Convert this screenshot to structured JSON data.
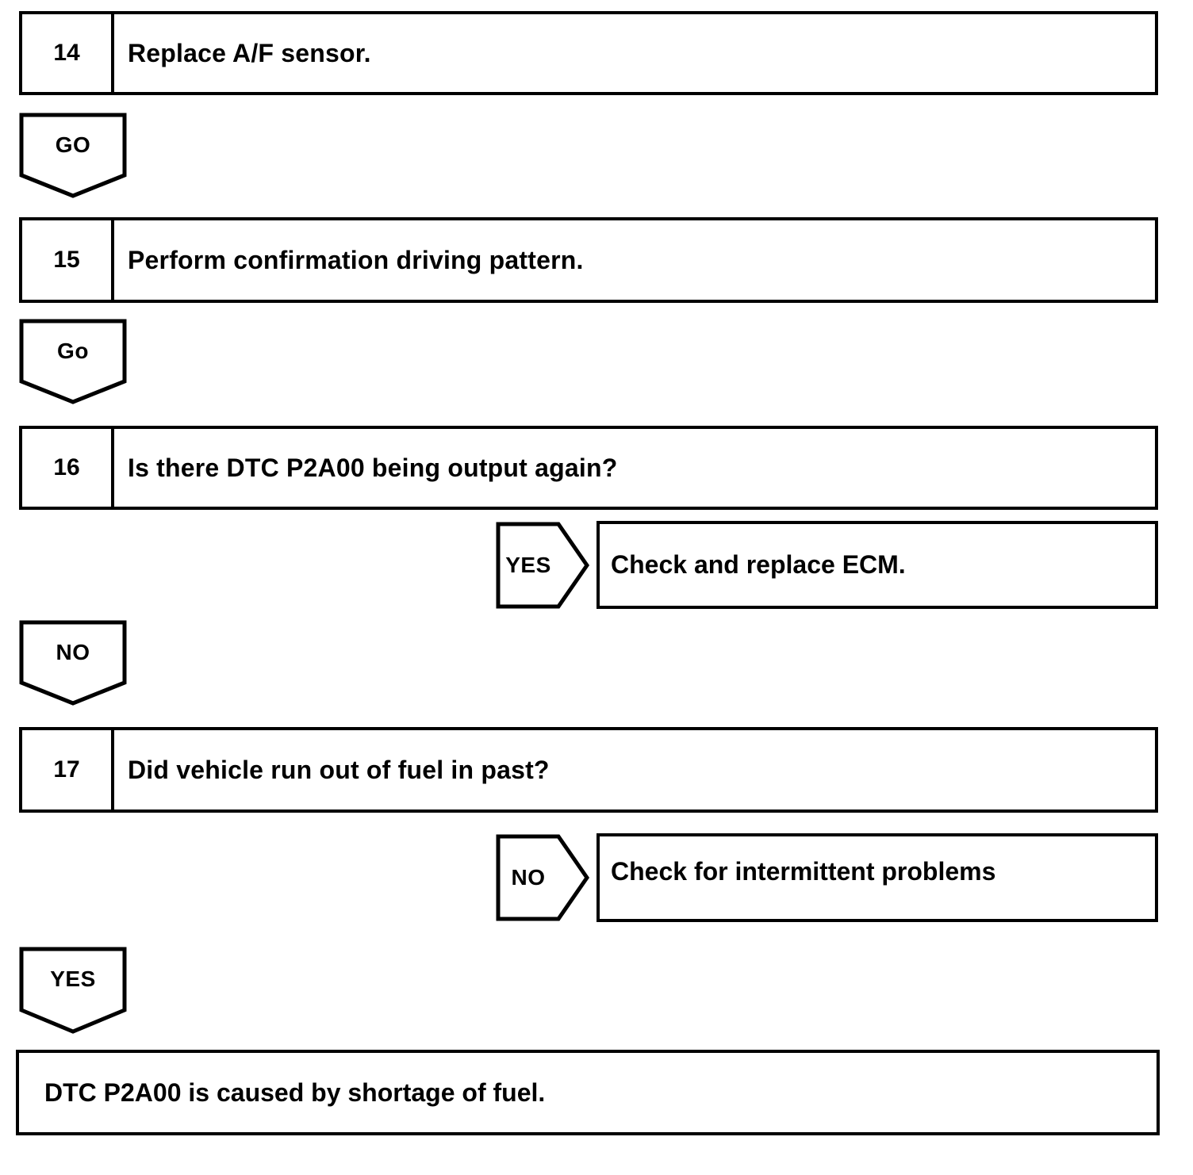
{
  "colors": {
    "ink": "#000000",
    "paper": "#ffffff"
  },
  "flowchart": {
    "steps": [
      {
        "number": "14",
        "text": "Replace A/F sensor."
      },
      {
        "number": "15",
        "text": "Perform confirmation driving pattern."
      },
      {
        "number": "16",
        "text": "Is there DTC P2A00 being output again?"
      },
      {
        "number": "17",
        "text": "Did vehicle run out of fuel in past?"
      }
    ],
    "connectors": [
      {
        "label": "GO",
        "direction": "down"
      },
      {
        "label": "Go",
        "direction": "down"
      },
      {
        "label": "YES",
        "direction": "right"
      },
      {
        "label": "NO",
        "direction": "down"
      },
      {
        "label": "NO",
        "direction": "right"
      },
      {
        "label": "YES",
        "direction": "down"
      }
    ],
    "results": [
      {
        "text": "Check and replace ECM."
      },
      {
        "text": "Check for intermittent problems"
      }
    ],
    "conclusion": {
      "text": "DTC P2A00 is caused by shortage of fuel."
    }
  }
}
